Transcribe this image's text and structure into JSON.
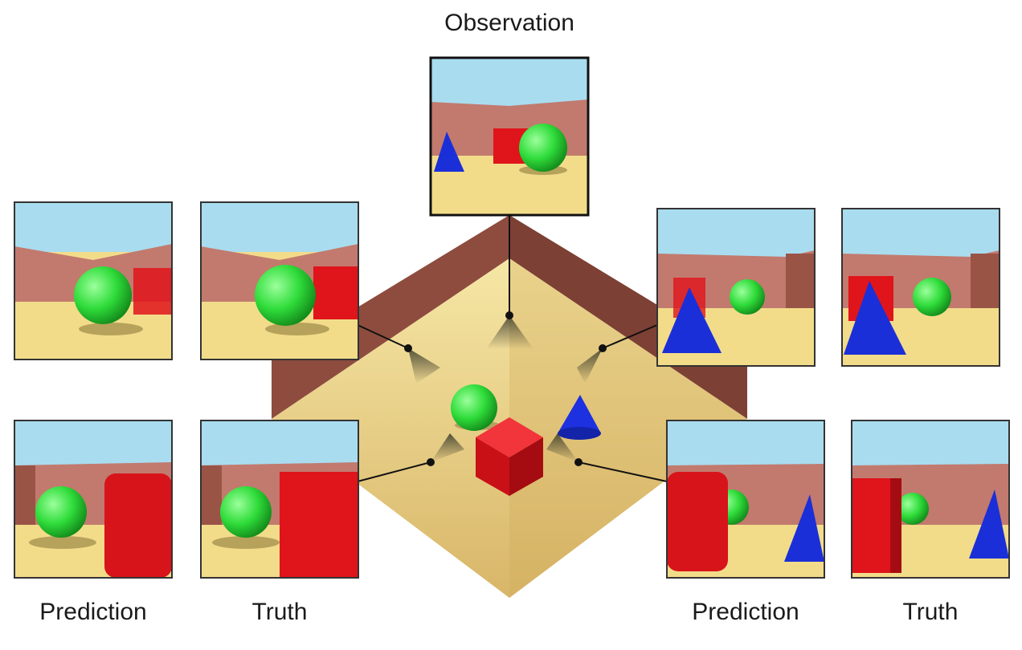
{
  "labels": {
    "observation": "Observation",
    "bottom_left_prediction": "Prediction",
    "bottom_left_truth": "Truth",
    "bottom_right_prediction": "Prediction",
    "bottom_right_truth": "Truth"
  },
  "colors": {
    "sky": "#a9dcef",
    "wall": "#c27a6e",
    "floor": "#f2dc8a",
    "sphere": "#2fdc3a",
    "cube": "#e0141b",
    "cone": "#1b2fd8",
    "room_wall": "#8c4a3c",
    "room_floor": "#e7c97e"
  }
}
